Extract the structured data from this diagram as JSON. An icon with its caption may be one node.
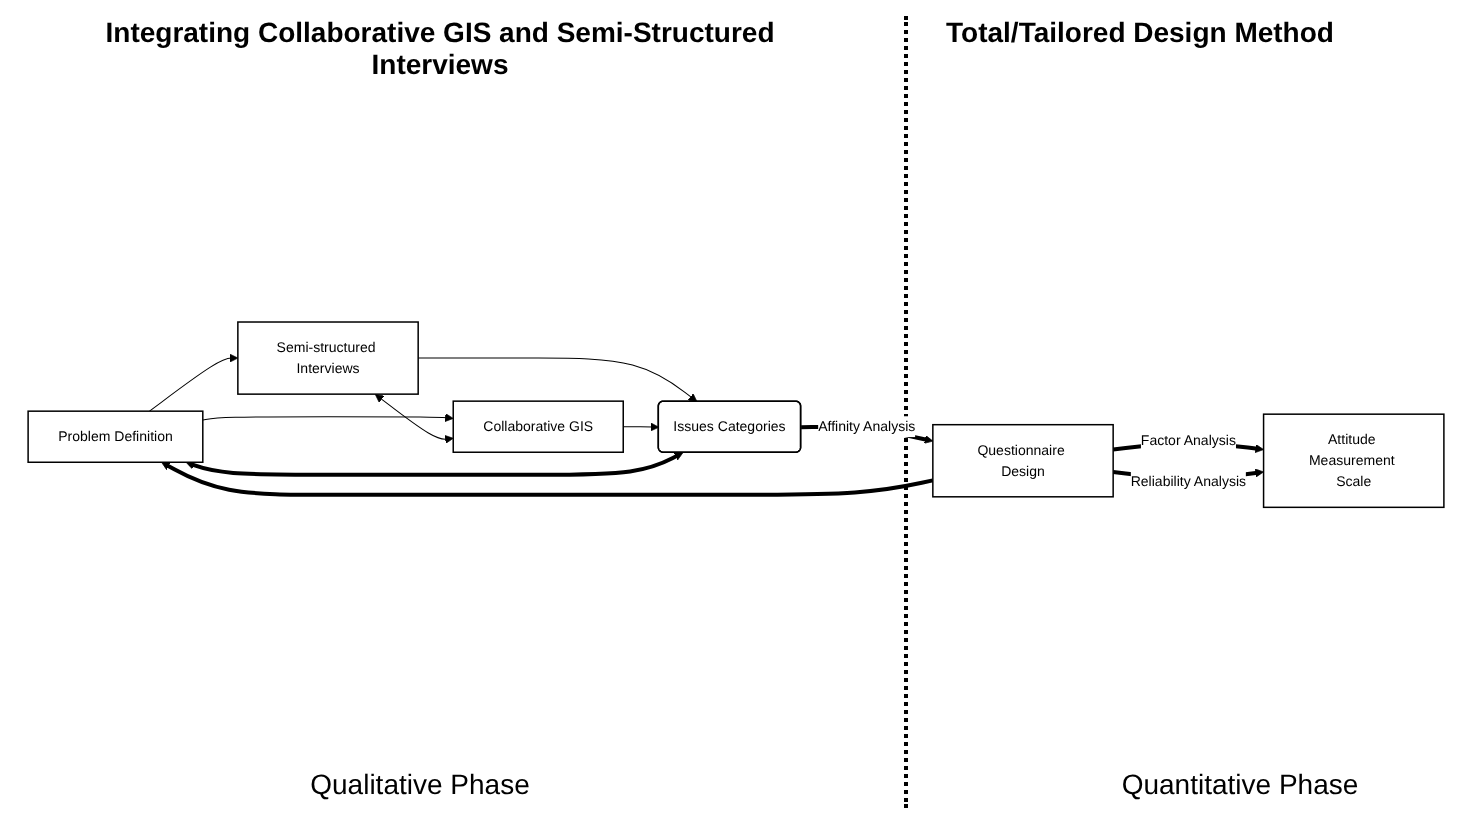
{
  "diagram": {
    "nodes": [
      {
        "text": [
          "Problem Definition"
        ]
      },
      {
        "text": [
          "Semi-structured Interviews"
        ]
      },
      {
        "text": [
          "Collaborative GIS"
        ]
      },
      {
        "text": [
          "Issues Categories"
        ]
      },
      {
        "text": [
          "Questionnaire Design"
        ]
      },
      {
        "text": [
          "Attitude Measurement Scale"
        ]
      }
    ],
    "edges": [
      {
        "from": 0,
        "to": 1,
        "arrow": "to"
      },
      {
        "from": 0,
        "to": 2,
        "arrow": "to"
      },
      {
        "from": 1,
        "to": 2,
        "arrow": "both"
      },
      {
        "from": 1,
        "to": 3,
        "arrow": "to"
      },
      {
        "from": 2,
        "to": 3,
        "arrow": "to"
      },
      {
        "from": 3,
        "to": 4,
        "arrow": "to",
        "label": "Affinity Analysis",
        "style": "thick"
      },
      {
        "from": 4,
        "to": 0,
        "arrow": "to",
        "style": "thick"
      },
      {
        "from": 4,
        "to": 5,
        "arrow": "to",
        "label": "Factor Analysis",
        "style": "thick"
      },
      {
        "from": 4,
        "to": 5,
        "arrow": "to",
        "label": "Reliability Analysis",
        "style": "thick"
      },
      {
        "from": 0,
        "to": 3,
        "arrow": "both",
        "style": "thick"
      }
    ],
    "labels": [
      "Integrating Collaborative GIS and Semi-Structured Interviews",
      "Total/Tailored Design Method",
      "Qualitative Phase",
      "Quantitative Phase"
    ]
  }
}
